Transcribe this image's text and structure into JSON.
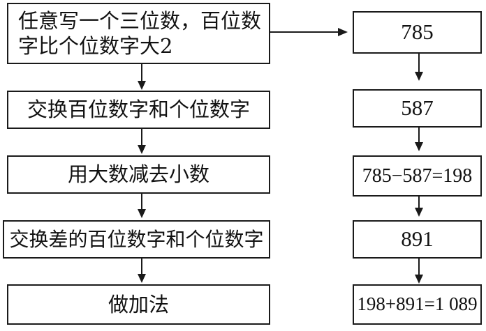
{
  "left_steps": [
    {
      "line1": "任意写一个三位数，百位数",
      "line2": "字比个位数字大2"
    },
    {
      "text": "交换百位数字和个位数字"
    },
    {
      "text": "用大数减去小数"
    },
    {
      "text": "交换差的百位数字和个位数字"
    },
    {
      "text": "做加法"
    }
  ],
  "right_steps": [
    {
      "text": "785"
    },
    {
      "text": "587"
    },
    {
      "text": "785−587=198"
    },
    {
      "text": "891"
    },
    {
      "text": "198+891=1 089"
    }
  ]
}
